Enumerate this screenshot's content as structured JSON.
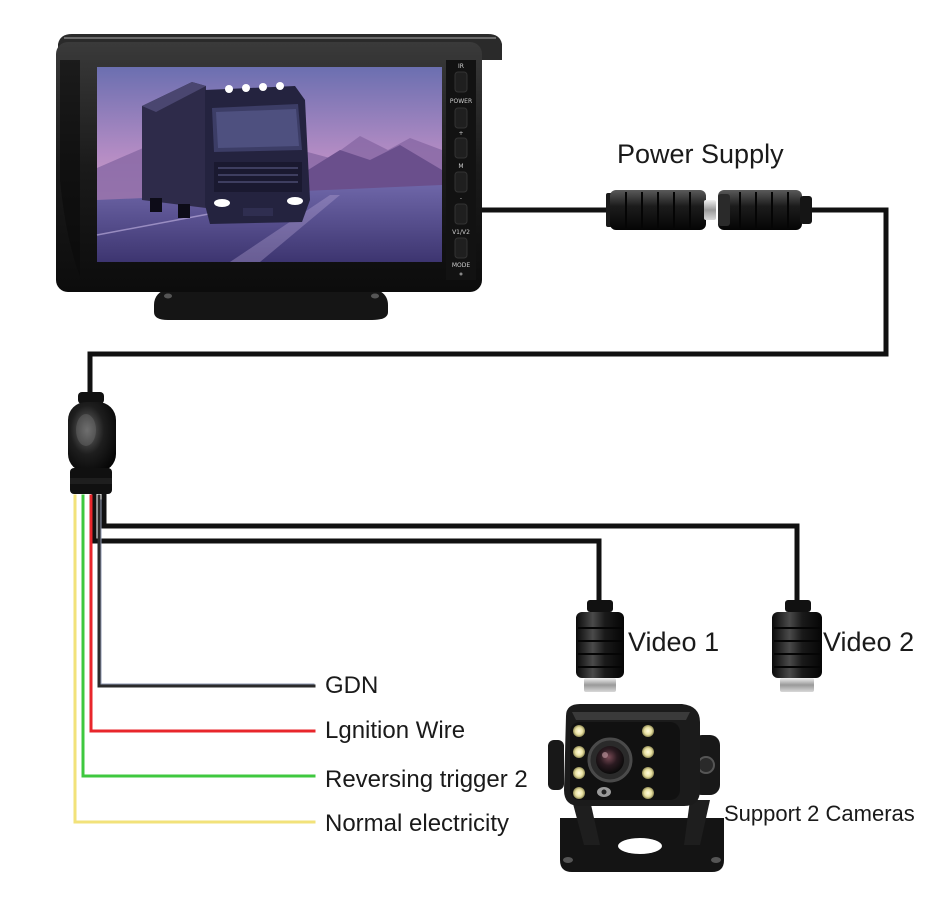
{
  "labels": {
    "power_supply": "Power Supply",
    "video_1": "Video 1",
    "video_2": "Video 2",
    "gdn": "GDN",
    "ignition": "Lgnition Wire",
    "reversing": "Reversing trigger 2",
    "normal": "Normal electricity",
    "support": "Support 2 Cameras"
  },
  "monitor_buttons": [
    "IR",
    "POWER",
    "+",
    "M",
    "-",
    "V1/V2",
    "MODE"
  ],
  "colors": {
    "cable": "#111111",
    "gdn_wire": "#2b2b2b",
    "ignition_wire": "#e8262b",
    "reversing_wire": "#3fc83f",
    "normal_wire": "#f2e27a"
  }
}
